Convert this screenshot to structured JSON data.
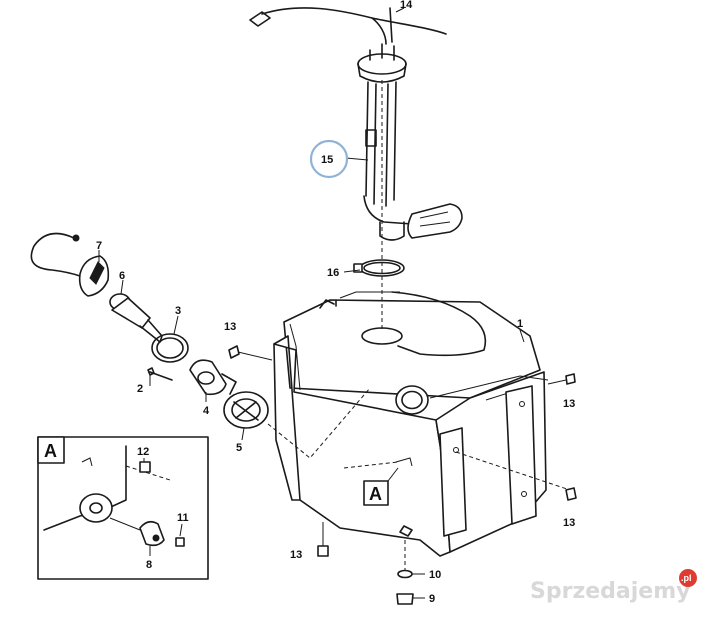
{
  "callouts": {
    "c1": "1",
    "c2": "2",
    "c3": "3",
    "c4": "4",
    "c5": "5",
    "c6": "6",
    "c7": "7",
    "c8": "8",
    "c9": "9",
    "c10": "10",
    "c11": "11",
    "c12": "12",
    "c13a": "13",
    "c13b": "13",
    "c13c": "13",
    "c13d": "13",
    "c14": "14",
    "c15": "15",
    "c16": "16"
  },
  "detail": {
    "letter": "A"
  },
  "tank_marker": {
    "letter": "A"
  },
  "highlight_color": "#8fb3d6",
  "watermark": {
    "text": "Sprzedajemy",
    "badge": ".pl"
  }
}
